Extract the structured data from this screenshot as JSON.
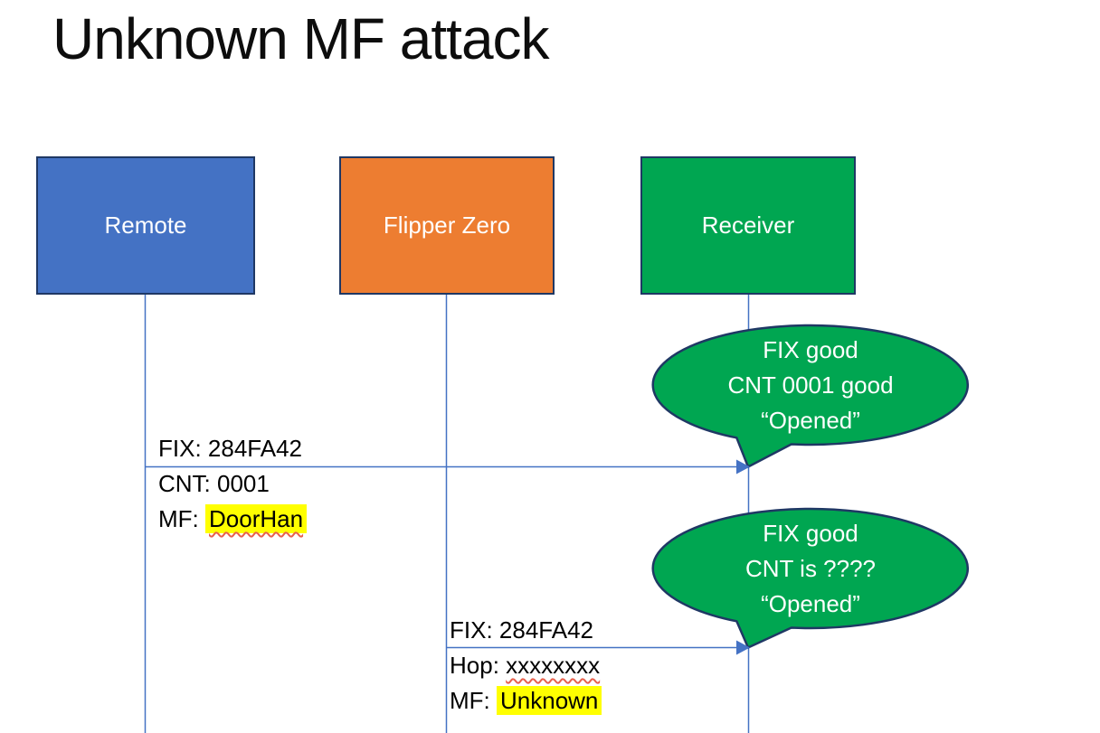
{
  "slide": {
    "title": "Unknown MF attack"
  },
  "colors": {
    "actor_blue": "#4472C4",
    "actor_orange": "#ED7D31",
    "green": "#00A651",
    "outline_navy": "#1F3864",
    "arrow_blue": "#4472C4",
    "highlight_yellow": "#FFFF00",
    "squiggle_red": "#E8604C"
  },
  "actors": [
    {
      "id": "remote",
      "label": "Remote"
    },
    {
      "id": "flipper",
      "label": "Flipper Zero"
    },
    {
      "id": "receiver",
      "label": "Receiver"
    }
  ],
  "messages": {
    "msg1": {
      "fix": "FIX: 284FA42",
      "cnt": "CNT: 0001",
      "mf_label": "MF: ",
      "mf_value": "DoorHan"
    },
    "msg2": {
      "fix": "FIX: 284FA42",
      "hop_label": "Hop: ",
      "hop_value": "xxxxxxxx",
      "mf_label": "MF: ",
      "mf_value": "Unknown"
    }
  },
  "callouts": {
    "callout1": {
      "line1": "FIX good",
      "line2": "CNT 0001 good",
      "line3": "“Opened”"
    },
    "callout2": {
      "line1": "FIX good",
      "line2": "CNT is ????",
      "line3": "“Opened”"
    }
  }
}
